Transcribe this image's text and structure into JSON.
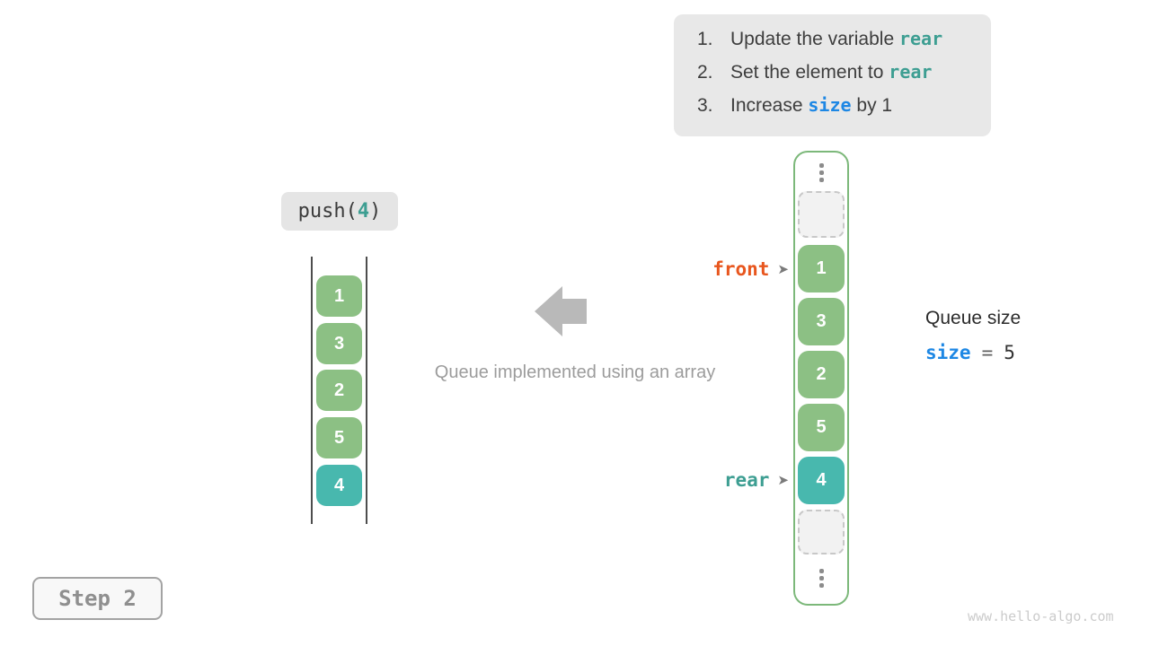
{
  "instructions": {
    "items": [
      {
        "num": "1.",
        "pre": "Update the variable ",
        "code": "rear",
        "post": ""
      },
      {
        "num": "2.",
        "pre": "Set the element to ",
        "code": "rear",
        "post": ""
      },
      {
        "num": "3.",
        "pre": "Increase ",
        "code": "size",
        "post": " by 1"
      }
    ]
  },
  "operation": {
    "prefix": "push(",
    "arg": "4",
    "suffix": ")"
  },
  "left_queue": {
    "values": [
      "1",
      "3",
      "2",
      "5",
      "4"
    ]
  },
  "caption": "Queue implemented using an array",
  "array": {
    "cells": [
      {
        "type": "dots"
      },
      {
        "type": "empty"
      },
      {
        "type": "value",
        "label": "1",
        "variant": "green"
      },
      {
        "type": "value",
        "label": "3",
        "variant": "green"
      },
      {
        "type": "value",
        "label": "2",
        "variant": "green"
      },
      {
        "type": "value",
        "label": "5",
        "variant": "green"
      },
      {
        "type": "value",
        "label": "4",
        "variant": "teal"
      },
      {
        "type": "empty"
      },
      {
        "type": "dots"
      }
    ]
  },
  "pointers": {
    "front": {
      "label": "front",
      "arrow": "➤"
    },
    "rear": {
      "label": "rear",
      "arrow": "➤"
    }
  },
  "queue_size": {
    "title": "Queue size",
    "var": "size",
    "equals": "=",
    "value": "5"
  },
  "step": {
    "label": "Step 2"
  },
  "watermark": "www.hello-algo.com",
  "colors": {
    "green_cell": "#8cc084",
    "teal_cell": "#48b8ae",
    "teal_code": "#3d9e92",
    "blue_code": "#1d87e4",
    "orange_front": "#e8561e",
    "container_border_green": "#7cb87a",
    "arrow_gray": "#b9b9b9",
    "instruction_bg": "#e8e8e8"
  }
}
